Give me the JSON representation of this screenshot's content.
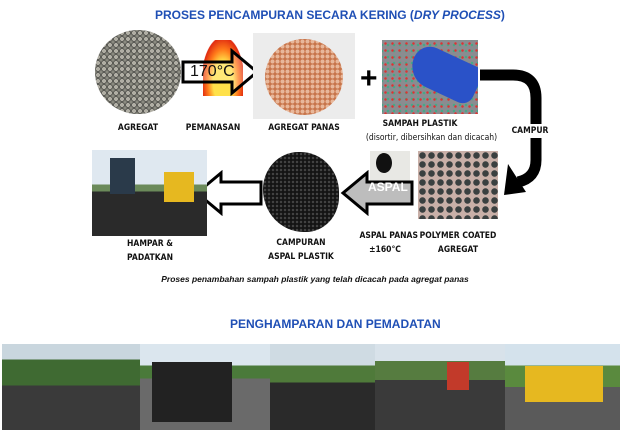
{
  "header": {
    "title_main": "PROSES PENCAMPURAN SECARA KERING (",
    "title_italic": "DRY PROCESS",
    "title_end": ")"
  },
  "steps": {
    "agregat": "AGREGAT",
    "pemanasan": "PEMANASAN",
    "temperature": "170°C",
    "agregat_panas": "AGREGAT PANAS",
    "plus": "+",
    "sampah_plastik": "SAMPAH PLASTIK",
    "sampah_sub": "(disortir, dibersihkan dan dicacah)",
    "campur": "CAMPUR",
    "polymer_line1": "POLYMER COATED",
    "polymer_line2": "AGREGAT",
    "aspal_arrow": "ASPAL",
    "aspal_panas_line1": "ASPAL PANAS",
    "aspal_panas_line2": "±160°C",
    "campuran_line1": "CAMPURAN",
    "campuran_line2": "ASPAL PLASTIK",
    "hampar_line1": "HAMPAR &",
    "hampar_line2": "PADATKAN"
  },
  "caption": "Proses penambahan sampah plastik  yang telah dicacah pada agregat panas",
  "section2": {
    "title": "PENGHAMPARAN DAN PEMADATAN"
  },
  "colors": {
    "title": "#1f4fb5",
    "asphalt": "#2a2a2a",
    "aggregate": "#8a8a80",
    "hot_aggregate": "#c7744a",
    "glove": "#2a52c8"
  }
}
